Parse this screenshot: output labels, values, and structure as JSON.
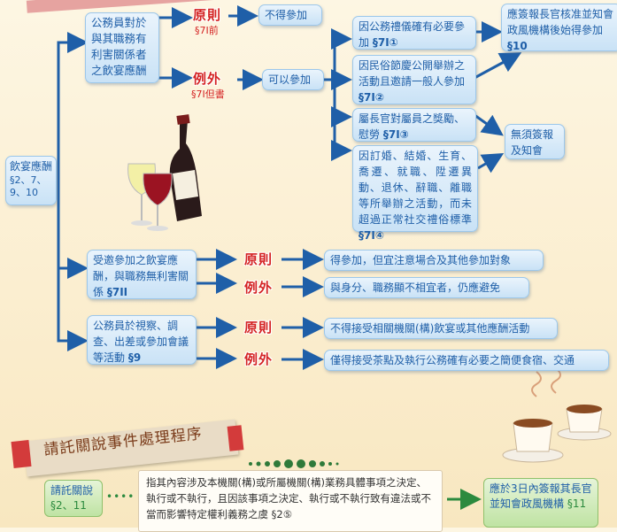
{
  "root": {
    "label": "飲宴應酬",
    "cite": "§2、7、9、10"
  },
  "branch1": {
    "label": "公務員對於與其職務有利害關係者之飲宴應酬",
    "principle": {
      "tag": "原則",
      "cite": "§7I前",
      "result": "不得參加"
    },
    "exception": {
      "tag": "例外",
      "cite": "§7I但書",
      "result": "可以參加"
    },
    "conditions": [
      {
        "text": "因公務禮儀確有必要參加",
        "cite": "§7I①"
      },
      {
        "text": "因民俗節慶公開舉辦之活動且邀請一般人參加",
        "cite": "§7I②"
      },
      {
        "text": "屬長官對屬員之獎勵、慰勞",
        "cite": "§7I③"
      },
      {
        "text": "因訂婚、結婚、生育、喬遷、就職、陞遷異動、退休、辭職、離職等所舉辦之活動，而未超過正常社交禮俗標準",
        "cite": "§7I④"
      }
    ],
    "report_required": {
      "text": "應簽報長官核准並知會政風機構後始得參加",
      "cite": "§10"
    },
    "no_report": "無須簽報及知會"
  },
  "branch2": {
    "label": "受邀參加之飲宴應酬，與職務無利害關係",
    "cite": "§7II",
    "principle": {
      "tag": "原則",
      "result": "得參加，但宜注意場合及其他參加對象"
    },
    "exception": {
      "tag": "例外",
      "result": "與身分、職務顯不相宜者，仍應避免"
    }
  },
  "branch3": {
    "label": "公務員於視察、調查、出差或參加會議等活動",
    "cite": "§9",
    "principle": {
      "tag": "原則",
      "result": "不得接受相關機關(構)飲宴或其他應酬活動"
    },
    "exception": {
      "tag": "例外",
      "result": "僅得接受茶點及執行公務確有必要之簡便食宿、交通"
    }
  },
  "section2": {
    "title": "請託關說事件處理程序",
    "left_label": "請託關說",
    "left_cite": "§2、11",
    "dots": "••••",
    "definition": "指其內容涉及本機關(構)或所屬機關(構)業務具體事項之決定、執行或不執行，且因該事項之決定、執行或不執行致有違法或不當而影響特定權利義務之虞",
    "definition_cite": "§2⑤",
    "right_text": "應於3日內簽報其長官並知會政風機構",
    "right_cite": "§11"
  },
  "colors": {
    "accent_blue": "#1f5fa8",
    "accent_red": "#d42323",
    "box_fill": "#d6e9f8"
  }
}
